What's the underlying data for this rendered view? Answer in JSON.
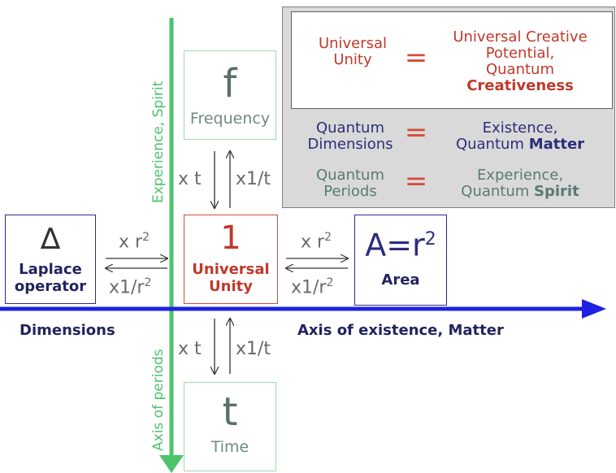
{
  "legend": {
    "row1": {
      "left": "Universal\nUnity",
      "eq": "=",
      "right": "Universal Creative\nPotential,\nQuantum",
      "right_bold": "Creativeness"
    },
    "row2": {
      "left": "Quantum\nDimensions",
      "eq": "=",
      "right": "Existence,\nQuantum ",
      "right_bold": "Matter"
    },
    "row3": {
      "left": "Quantum\nPeriods",
      "eq": "=",
      "right": "Experience,\nQuantum ",
      "right_bold": "Spirit"
    }
  },
  "axes": {
    "vertical_top_label": "Experience, Spirit",
    "vertical_bottom_label": "Axis of periods",
    "horizontal_left_label": "Dimensions",
    "horizontal_right_label": "Axis of existence, Matter"
  },
  "boxes": {
    "frequency": {
      "symbol": "f",
      "label": "Frequency"
    },
    "time": {
      "symbol": "t",
      "label": "Time"
    },
    "unity": {
      "symbol": "1",
      "label_line1": "Universal",
      "label_line2": "Unity"
    },
    "laplace": {
      "symbol": "∆",
      "label_line1": "Laplace",
      "label_line2": "operator"
    },
    "area": {
      "symbol_base": "A=r",
      "symbol_exp": "2",
      "label": "Area"
    }
  },
  "operators": {
    "upper_left": "x t",
    "upper_right": "x1/t",
    "lower_left": "x t",
    "lower_right": "x1/t",
    "left_top_base": "x r",
    "left_top_exp": "2",
    "left_bottom_base": "x1/r",
    "left_bottom_exp": "2",
    "right_top_base": "x r",
    "right_top_exp": "2",
    "right_bottom_base": "x1/r",
    "right_bottom_exp": "2"
  },
  "colors": {
    "green_axis": "#4cc36a",
    "blue_axis": "#1f22e0",
    "red": "#c0392b",
    "navy": "#2d2d7a",
    "teal": "#5a7a73"
  }
}
